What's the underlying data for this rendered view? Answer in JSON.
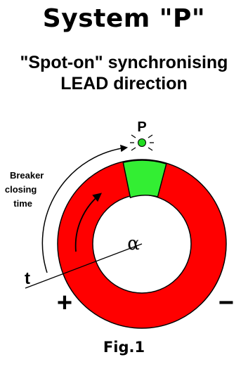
{
  "title": "System \"P\"",
  "subtitle_line1": "\"Spot-on\" synchronising",
  "subtitle_line2": "LEAD direction",
  "labels": {
    "p": "P",
    "breaker_line1": "Breaker",
    "breaker_line2": "closing",
    "breaker_line3": "time",
    "alpha": "α",
    "t": "t",
    "plus": "+",
    "minus": "−"
  },
  "caption": "Fig.1",
  "colors": {
    "ring": "#ff0000",
    "sync_window": "#33ee33",
    "lamp": "#22dd22",
    "outline": "#000000"
  }
}
